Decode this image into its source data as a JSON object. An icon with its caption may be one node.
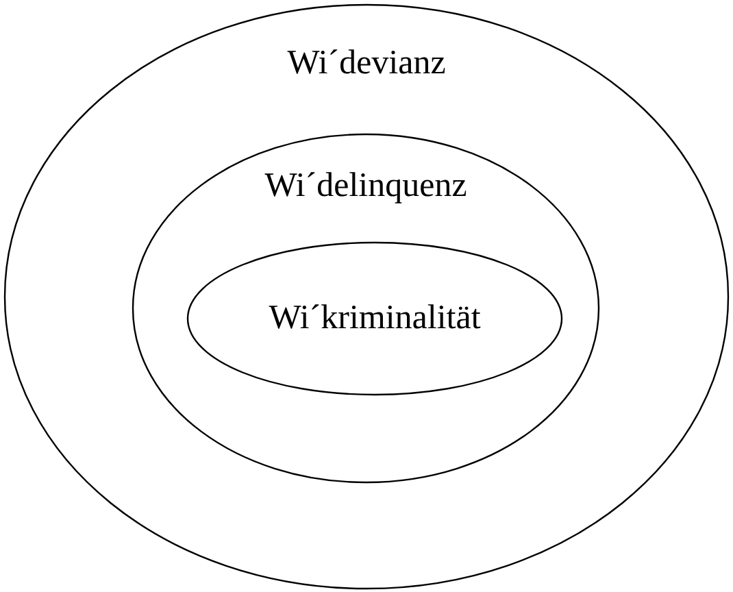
{
  "diagram": {
    "nodes": [
      {
        "text": [
          "Wi´devianz"
        ]
      },
      {
        "text": [
          "Wi´delinquenz"
        ],
        "in": 0
      },
      {
        "text": [
          "Wi´kriminalität"
        ],
        "in": 1
      }
    ]
  }
}
